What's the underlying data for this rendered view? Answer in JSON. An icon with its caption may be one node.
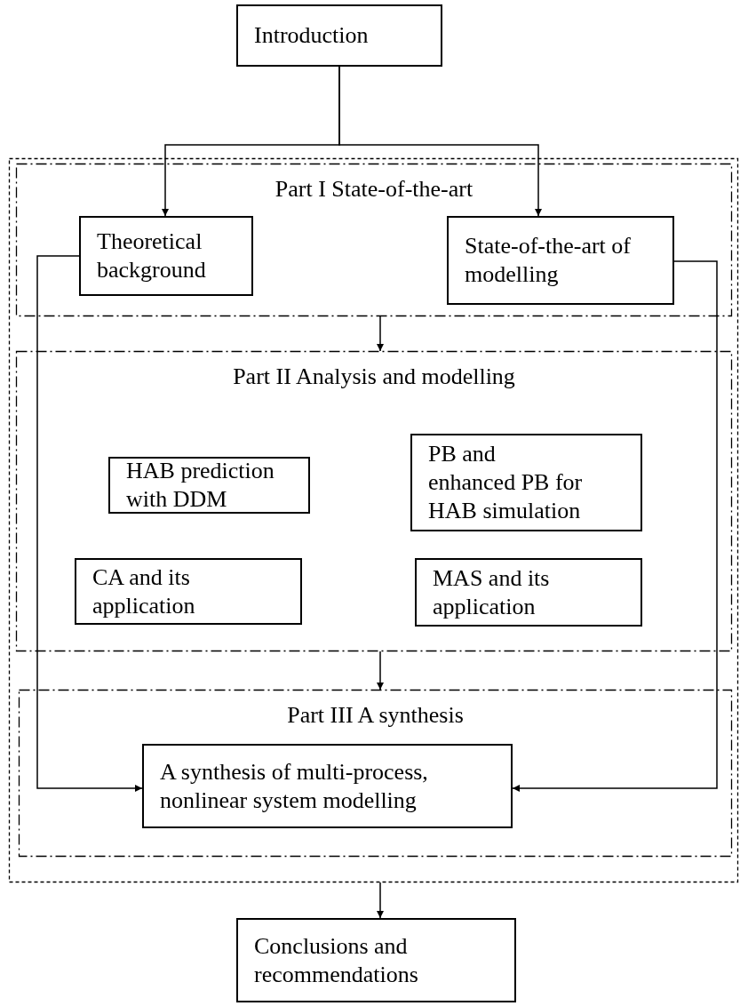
{
  "diagram": {
    "nodes": [
      {
        "text": [
          "Introduction"
        ]
      },
      {
        "text": [],
        "shape": "box"
      },
      {
        "text": [
          "Part I State-of-the-art"
        ],
        "in": 1
      },
      {
        "text": [
          "Theoretical background"
        ],
        "in": 2
      },
      {
        "text": [
          "State-of-the-art of modelling"
        ],
        "in": 2
      },
      {
        "text": [
          "Part II Analysis and modelling"
        ],
        "in": 1
      },
      {
        "text": [
          "HAB prediction with DDM"
        ],
        "in": 5
      },
      {
        "text": [
          "PB and enhanced PB for HAB simulation"
        ],
        "in": 5
      },
      {
        "text": [
          "CA and its application"
        ],
        "in": 5
      },
      {
        "text": [
          "MAS and its application"
        ],
        "in": 5
      },
      {
        "text": [
          "Part III A synthesis"
        ],
        "in": 1
      },
      {
        "text": [
          "A synthesis of multi-process, nonlinear system modelling"
        ],
        "in": 10
      },
      {
        "text": [
          "Conclusions and recommendations"
        ]
      }
    ],
    "edges": [
      {
        "from": 0,
        "to": 3,
        "arrow": "to"
      },
      {
        "from": 0,
        "to": 4,
        "arrow": "to"
      },
      {
        "from": 2,
        "to": 5,
        "arrow": "to"
      },
      {
        "from": 5,
        "to": 10,
        "arrow": "to"
      },
      {
        "from": 3,
        "to": 11,
        "arrow": "to"
      },
      {
        "from": 4,
        "to": 11,
        "arrow": "to"
      },
      {
        "from": 1,
        "to": 12,
        "arrow": "to"
      }
    ]
  }
}
